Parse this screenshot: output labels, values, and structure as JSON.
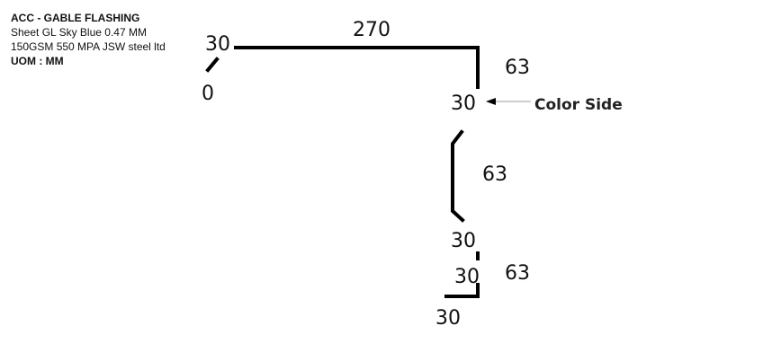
{
  "info": {
    "title": "ACC - GABLE FLASHING",
    "line1": "Sheet GL Sky Blue 0.47 MM",
    "line2": "150GSM 550 MPA JSW steel ltd",
    "uom": "UOM : MM"
  },
  "dimensions": {
    "top_left_angle": "30",
    "start_angle": "0",
    "top_length": "270",
    "right_drop": "63",
    "corner_angle": "30",
    "color_side": "Color Side",
    "vertical_length": "63",
    "lower_angle_1": "30",
    "lower_angle_2": "30",
    "lower_length": "63",
    "bottom_angle": "30"
  }
}
